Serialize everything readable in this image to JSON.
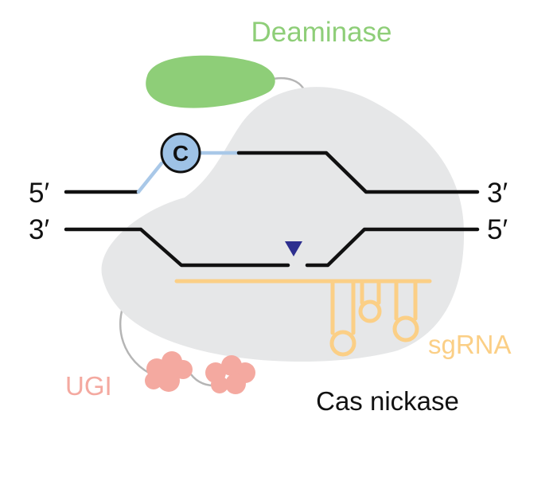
{
  "labels": {
    "deaminase": "Deaminase",
    "five_prime_left": "5′",
    "three_prime_right": "3′",
    "three_prime_left": "3′",
    "five_prime_right": "5′",
    "target_base": "C",
    "sgrna": "sgRNA",
    "ugi": "UGI",
    "cas_nickase": "Cas nickase"
  },
  "colors": {
    "deaminase": "#8ece78",
    "cas_nickase_body": "#e6e7e8",
    "linker": "#b5b5b5",
    "dna_strand": "#111111",
    "target_base_fill": "#9ec2e6",
    "deaminated_strand": "#a9c8e8",
    "sgrna": "#fbcf86",
    "ugi": "#f4a9a0",
    "nick_marker": "#2d2f8f",
    "text_dark": "#111111"
  }
}
